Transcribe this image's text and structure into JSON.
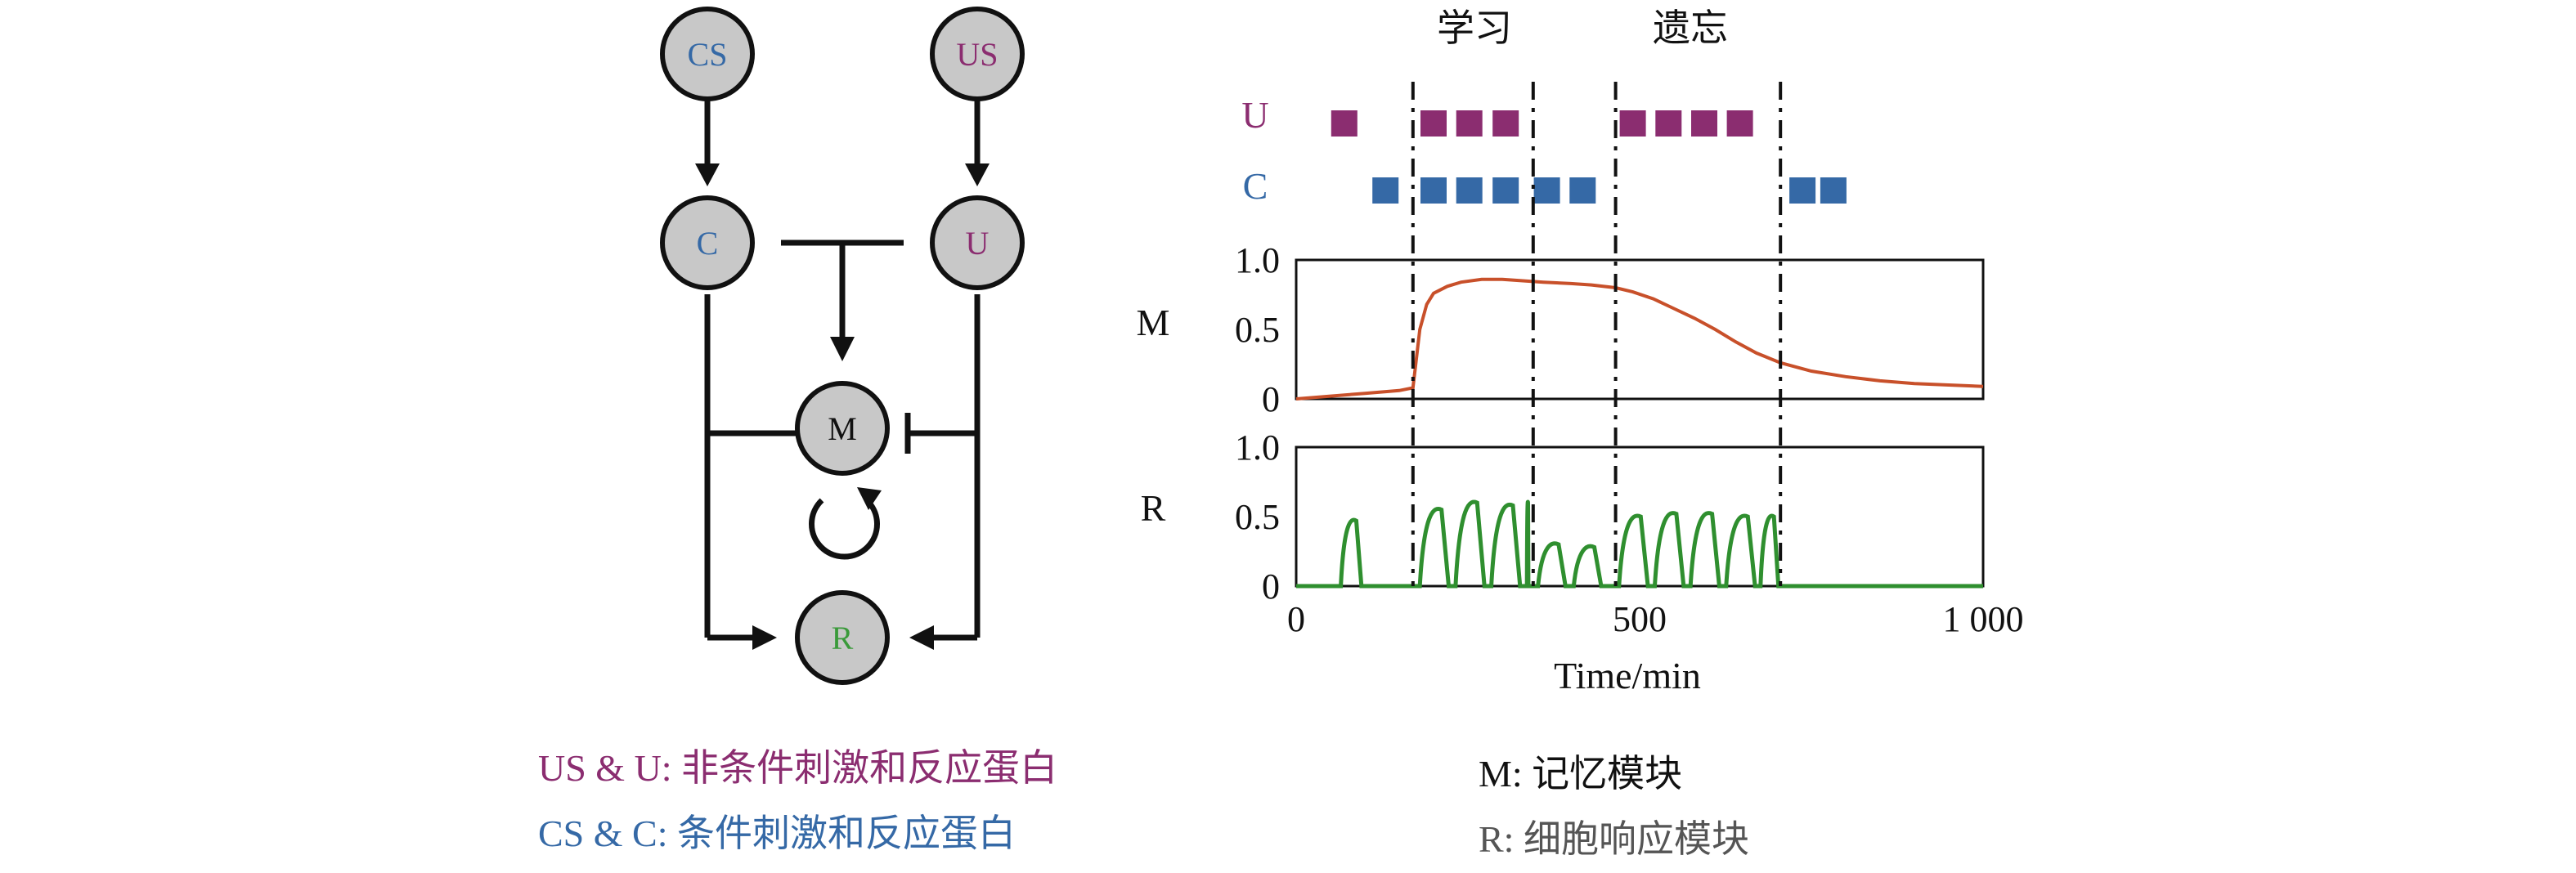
{
  "colors": {
    "us_purple": "#8b2d70",
    "cs_blue": "#3569a6",
    "r_green": "#3a9a3a",
    "m_curve": "#c8502a",
    "r_curve": "#2f8f2f",
    "node_fill": "#c8c8c8",
    "ink": "#111111",
    "caption_gray": "#555555"
  },
  "network": {
    "nodes": {
      "cs": "CS",
      "us": "US",
      "c": "C",
      "u": "U",
      "m": "M",
      "r": "R"
    }
  },
  "phases": {
    "learning": "学习",
    "forgetting": "遗忘"
  },
  "stim_rows": {
    "u": {
      "label": "U",
      "times": [
        70,
        200,
        252,
        305,
        490,
        542,
        594,
        646
      ]
    },
    "c": {
      "label": "C",
      "times": [
        130,
        200,
        252,
        305,
        365,
        417,
        737,
        782
      ]
    }
  },
  "chart_data": [
    {
      "type": "line",
      "ylabel": "M",
      "xlim": [
        0,
        1000
      ],
      "ylim": [
        0,
        1
      ],
      "yticks": [
        "1.0",
        "0.5",
        "0"
      ],
      "dashed_lines_x": [
        170,
        345,
        465,
        705
      ],
      "series": [
        {
          "x": [
            0,
            50,
            100,
            150,
            170,
            180,
            190,
            200,
            220,
            240,
            270,
            300,
            330,
            360,
            400,
            430,
            465,
            490,
            520,
            550,
            580,
            610,
            640,
            670,
            705,
            750,
            800,
            850,
            900,
            950,
            1000
          ],
          "values": [
            0,
            0.02,
            0.04,
            0.06,
            0.08,
            0.5,
            0.68,
            0.76,
            0.81,
            0.84,
            0.86,
            0.86,
            0.85,
            0.84,
            0.83,
            0.82,
            0.8,
            0.77,
            0.72,
            0.65,
            0.58,
            0.5,
            0.41,
            0.33,
            0.26,
            0.2,
            0.16,
            0.13,
            0.11,
            0.1,
            0.09
          ]
        }
      ]
    },
    {
      "type": "line",
      "ylabel": "R",
      "xlim": [
        0,
        1000
      ],
      "ylim": [
        0,
        1
      ],
      "yticks": [
        "1.0",
        "0.5",
        "0"
      ],
      "xlabel": "Time/min",
      "xticks": [
        "0",
        "500",
        "1 000"
      ],
      "dashed_lines_x": [
        170,
        345,
        465,
        705
      ],
      "pulses": [
        {
          "start": 65,
          "end": 95,
          "peak": 0.47
        },
        {
          "start": 180,
          "end": 222,
          "peak": 0.55
        },
        {
          "start": 232,
          "end": 274,
          "peak": 0.6
        },
        {
          "start": 284,
          "end": 326,
          "peak": 0.58
        },
        {
          "start": 336,
          "end": 338,
          "peak": 0.6
        },
        {
          "start": 352,
          "end": 392,
          "peak": 0.3
        },
        {
          "start": 404,
          "end": 444,
          "peak": 0.28
        },
        {
          "start": 470,
          "end": 512,
          "peak": 0.5
        },
        {
          "start": 522,
          "end": 564,
          "peak": 0.52
        },
        {
          "start": 574,
          "end": 616,
          "peak": 0.52
        },
        {
          "start": 626,
          "end": 668,
          "peak": 0.5
        },
        {
          "start": 676,
          "end": 702,
          "peak": 0.5
        }
      ]
    }
  ],
  "legend": {
    "us_u": "US & U: 非条件刺激和反应蛋白",
    "cs_c": "CS & C: 条件刺激和反应蛋白",
    "m": "M: 记忆模块",
    "r": "R: 细胞响应模块"
  }
}
